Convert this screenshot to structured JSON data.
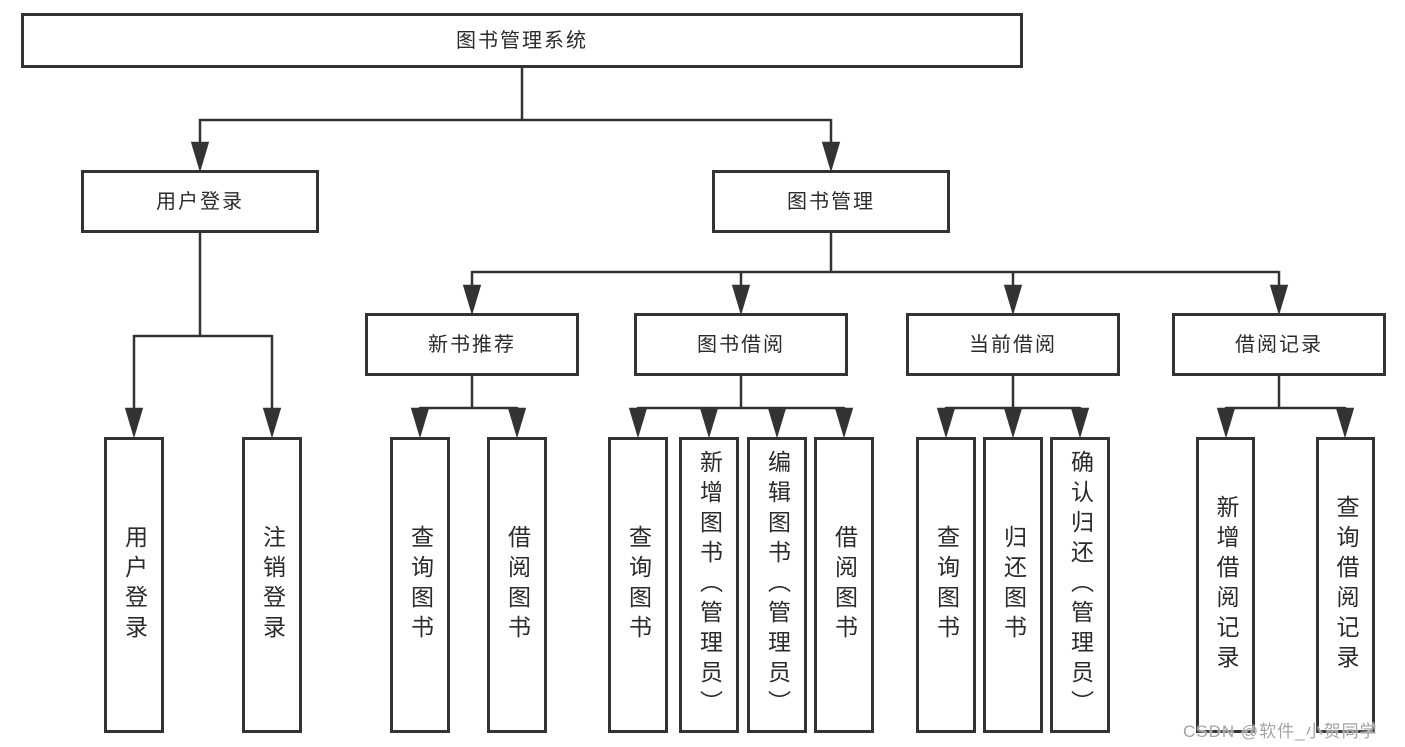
{
  "diagram_title": "图书管理系统",
  "colors": {
    "line": "#333333",
    "box_border": "#333333",
    "text": "#2b2b2b",
    "background": "#ffffff",
    "watermark": "#9b9b9b"
  },
  "nodes": {
    "root": {
      "label": "图书管理系统"
    },
    "user_login": {
      "label": "用户登录"
    },
    "book_management": {
      "label": "图书管理"
    },
    "new_book_rec": {
      "label": "新书推荐"
    },
    "book_borrow": {
      "label": "图书借阅"
    },
    "current_borrow": {
      "label": "当前借阅"
    },
    "borrow_record": {
      "label": "借阅记录"
    },
    "leaf_user_login": {
      "label": "用户登录"
    },
    "leaf_logout": {
      "label": "注销登录"
    },
    "leaf_nbr_query": {
      "label": "查询图书"
    },
    "leaf_nbr_borrow": {
      "label": "借阅图书"
    },
    "leaf_bb_query": {
      "label": "查询图书"
    },
    "leaf_bb_add": {
      "label": "新增图书（管理员）"
    },
    "leaf_bb_edit": {
      "label": "编辑图书（管理员）"
    },
    "leaf_bb_borrow": {
      "label": "借阅图书"
    },
    "leaf_cb_query": {
      "label": "查询图书"
    },
    "leaf_cb_return": {
      "label": "归还图书"
    },
    "leaf_cb_confirm": {
      "label": "确认归还（管理员）"
    },
    "leaf_br_add": {
      "label": "新增借阅记录"
    },
    "leaf_br_query": {
      "label": "查询借阅记录"
    }
  },
  "watermark": {
    "text": "CSDN @软件_小贺同学"
  }
}
